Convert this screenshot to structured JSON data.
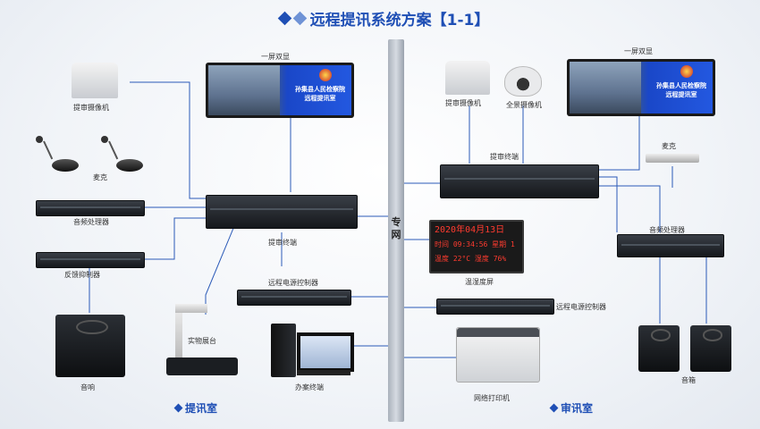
{
  "title": "远程提讯系统方案【1-1】",
  "bus_label": "专网",
  "rooms": {
    "left": "提讯室",
    "right": "审讯室"
  },
  "left": {
    "screen_caption": "一屏双显",
    "screen_text": [
      "孙集县人民检察院",
      "远程提讯室"
    ],
    "camera": "提审摄像机",
    "mic": "麦克",
    "audio_processor": "音频处理器",
    "feedback_suppressor": "反馈抑制器",
    "speaker": "音响",
    "terminal": "提审终端",
    "power_controller": "远程电源控制器",
    "visualizer": "实物展台",
    "office_terminal": "办案终端"
  },
  "right": {
    "screen_caption": "一屏双显",
    "screen_text": [
      "孙集县人民检察院",
      "远程提讯室"
    ],
    "camera": "提审摄像机",
    "dome_camera": "全景摄像机",
    "terminal": "提审终端",
    "mic": "麦克",
    "audio_processor": "音频处理器",
    "power_controller": "远程电源控制器",
    "temp_screen": "温湿度屏",
    "speaker": "音箱",
    "printer": "网络打印机"
  },
  "led": {
    "line1": "2020年04月13日",
    "line2": "时间 09:34:56 星期 1",
    "line3": "温度 22°C  湿度 76%"
  },
  "colors": {
    "accent": "#1f4fb5",
    "line": "#2b5ab8",
    "led": "#ff3b2f"
  }
}
